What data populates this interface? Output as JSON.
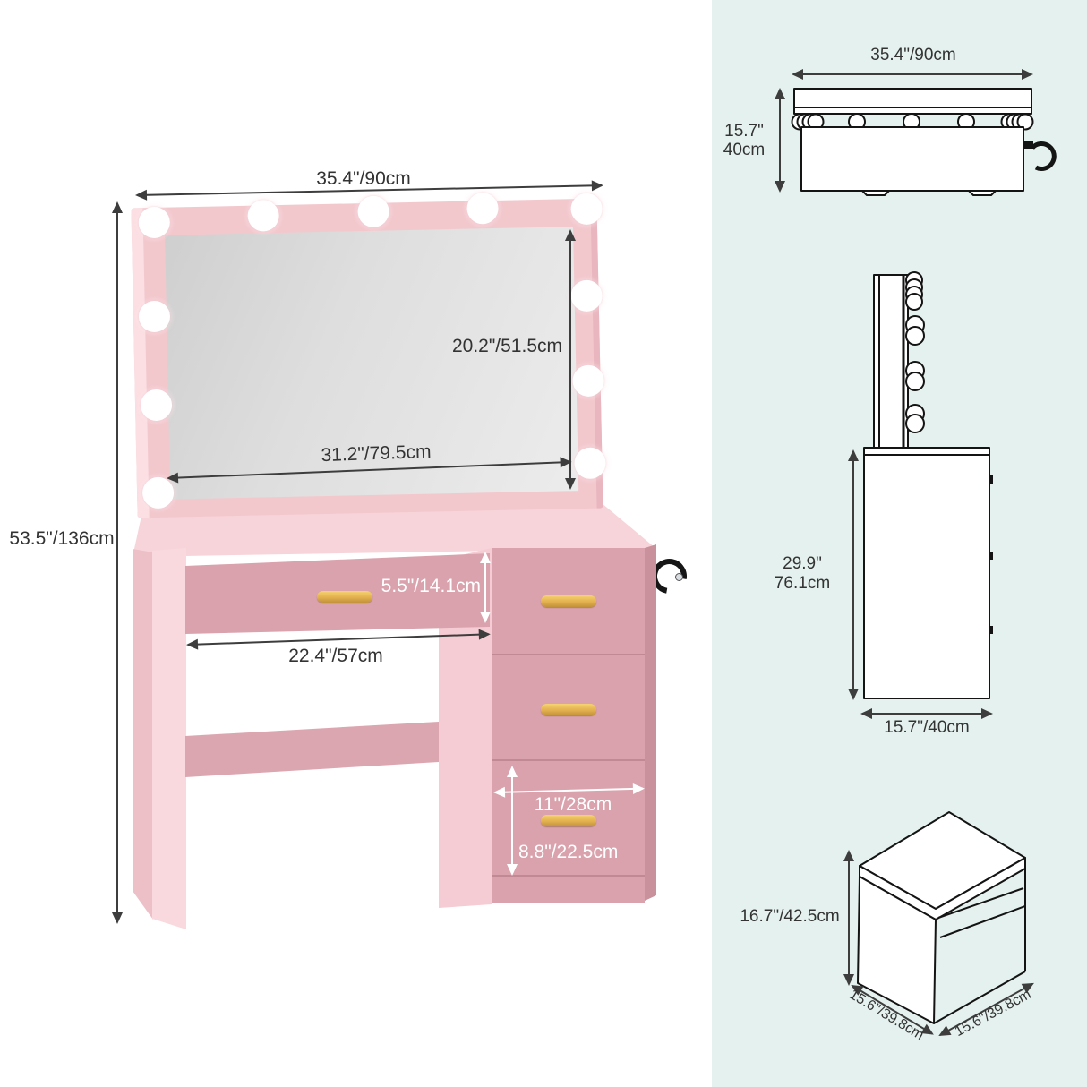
{
  "diagram_title": "vanity-desk-dimension-diagram",
  "front_view": {
    "labels": {
      "mirror_width": "35.4\"/90cm",
      "total_height": "53.5\"/136cm",
      "glass_height": "20.2\"/51.5cm",
      "glass_width": "31.2\"/79.5cm",
      "drawer_height": "5.5\"/14.1cm",
      "knee_width": "22.4\"/57cm",
      "bottom_drawer_width": "11\"/28cm",
      "bottom_drawer_height": "8.8\"/22.5cm"
    }
  },
  "top_view": {
    "width": "35.4\"/90cm",
    "depth_in": "15.7\"",
    "depth_cm": "40cm"
  },
  "side_view": {
    "height_in": "29.9\"",
    "height_cm": "76.1cm",
    "depth": "15.7\"/40cm"
  },
  "stool_view": {
    "height": "16.7\"/42.5cm",
    "depth_left": "15.6\"/39.8cm",
    "depth_right": "15.6\"/39.8cm"
  },
  "colors": {
    "panel_background": "#e4f1ee",
    "frame_pink": "#f2c8cd",
    "body_pink_light": "#f9d9dd",
    "drawer_pink_dark": "#d9a2ac",
    "handle_gold": "#e3b14e",
    "arrow_dark": "#3d3d3d",
    "arrow_white": "#ffffff",
    "mirror_glass": "#dedede",
    "line_art": "#141414"
  },
  "icons": {
    "bulbs": "light-bulb",
    "hook": "side-hook"
  }
}
